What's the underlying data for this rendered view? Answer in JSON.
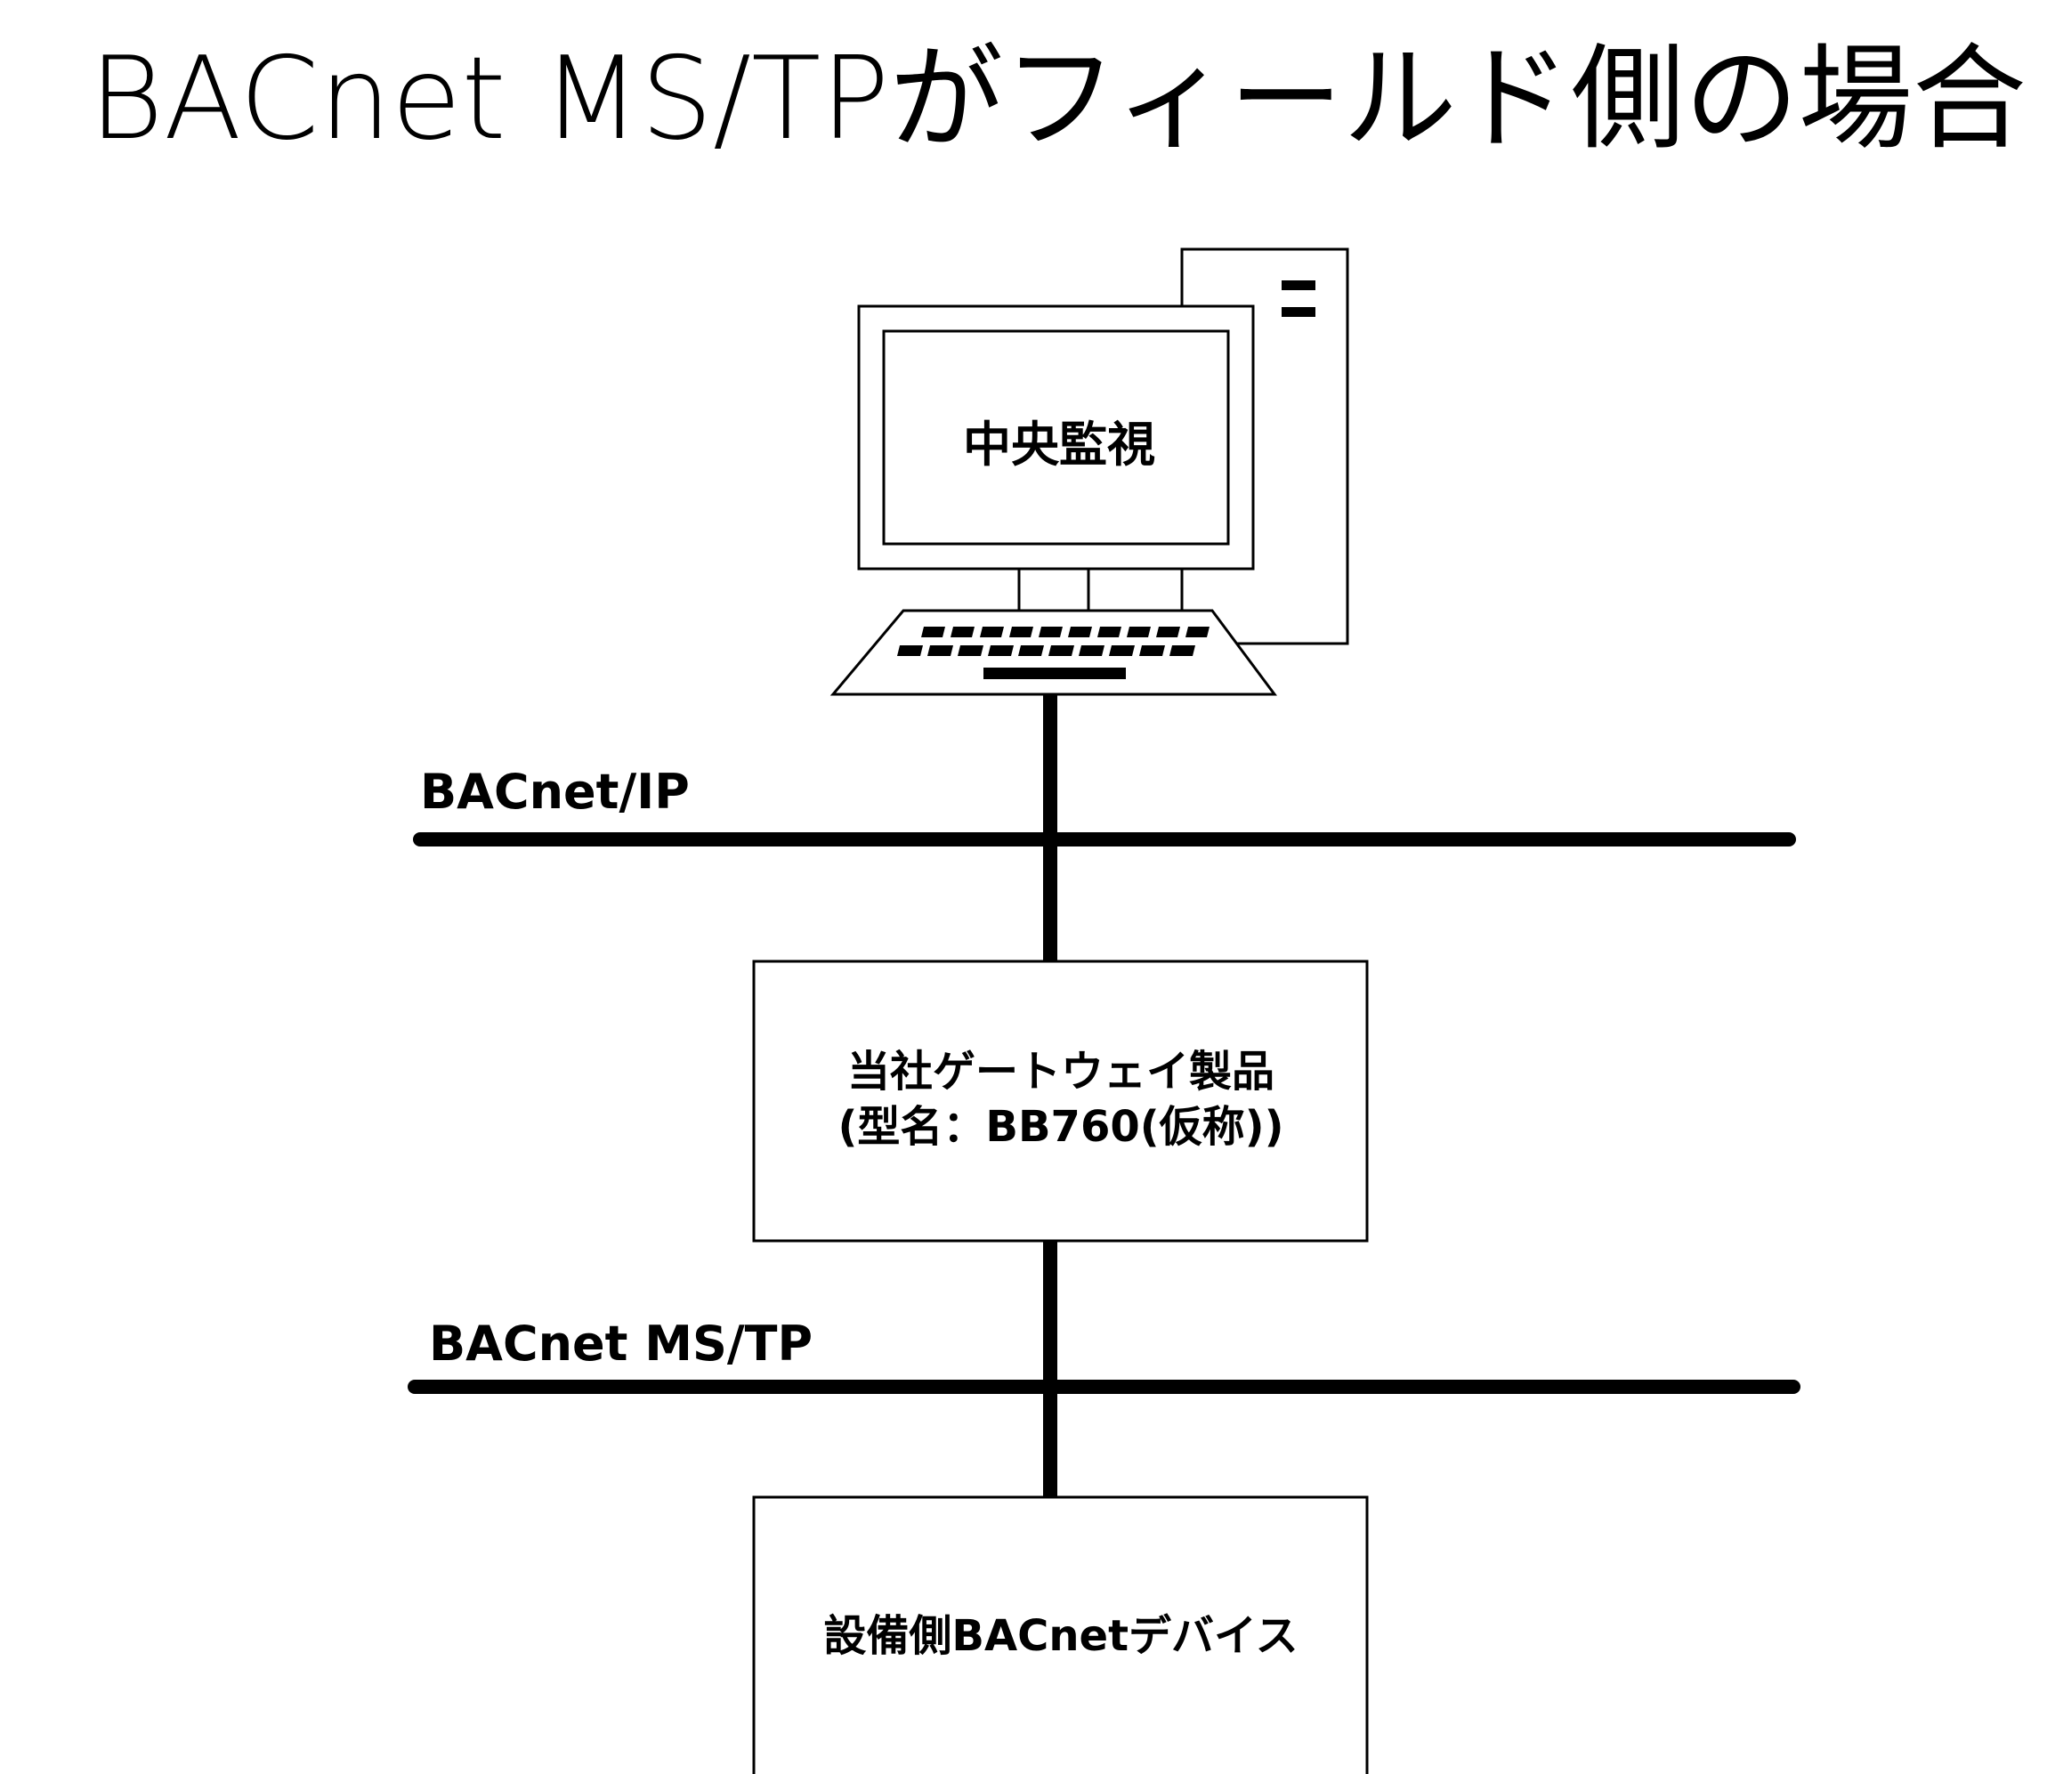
{
  "title": "BACnet MS/TPがフィールド側の場合",
  "central_monitor": {
    "label": "中央監視"
  },
  "networks": {
    "ip_label": "BACnet/IP",
    "mstp_label": "BACnet MS/TP"
  },
  "gateway": {
    "line1": "当社ゲートウェイ製品",
    "line2": "(型名：BB760(仮称))"
  },
  "field_device": {
    "label": "設備側BACnetデバイス"
  },
  "colors": {
    "line": "#000000",
    "background": "#ffffff"
  }
}
